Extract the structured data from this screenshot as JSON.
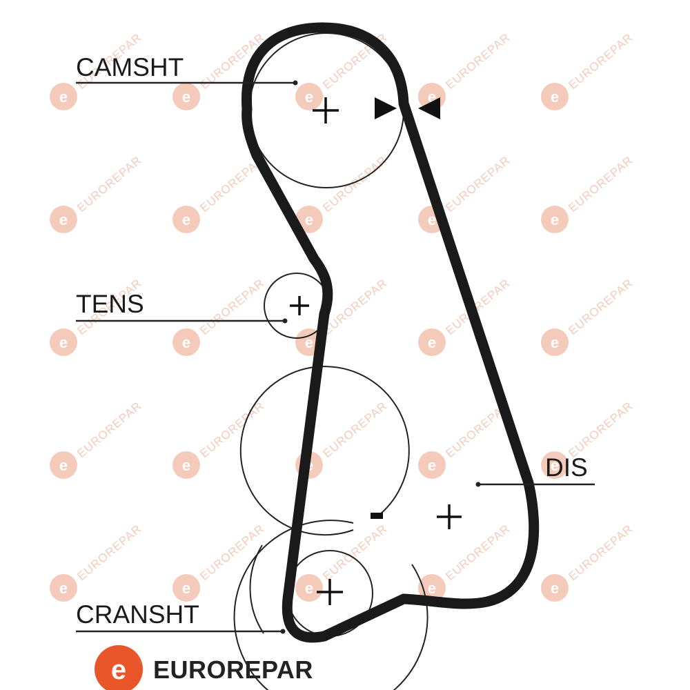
{
  "labels": {
    "camshaft": "CAMSHT",
    "tensioner": "TENS",
    "distributor": "DIS",
    "crankshaft": "CRANSHT"
  },
  "brand": {
    "name": "EUROREPAR",
    "logo_letter": "e",
    "logo_color": "#e8562a"
  },
  "watermark": {
    "text": "EUROREPAR",
    "color": "#f3c6b4"
  },
  "colors": {
    "belt": "#1a1a1a",
    "lines": "#222222"
  }
}
